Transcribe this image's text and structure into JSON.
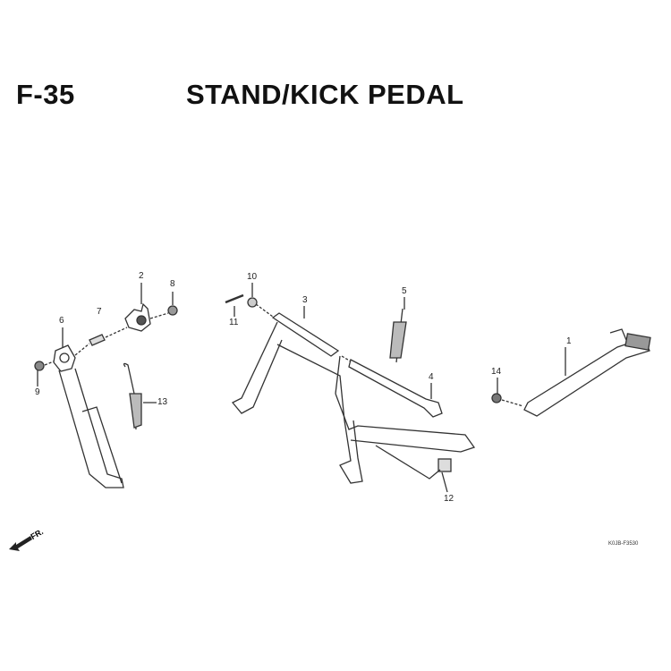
{
  "header": {
    "section_code": "F-35",
    "title": "STAND/KICK PEDAL"
  },
  "callouts": [
    "1",
    "2",
    "3",
    "4",
    "5",
    "6",
    "7",
    "8",
    "9",
    "10",
    "11",
    "12",
    "13",
    "14"
  ],
  "front_indicator": "FR.",
  "diagram_code": "K0JB-F3530",
  "colors": {
    "line": "#333333",
    "text": "#111111"
  }
}
